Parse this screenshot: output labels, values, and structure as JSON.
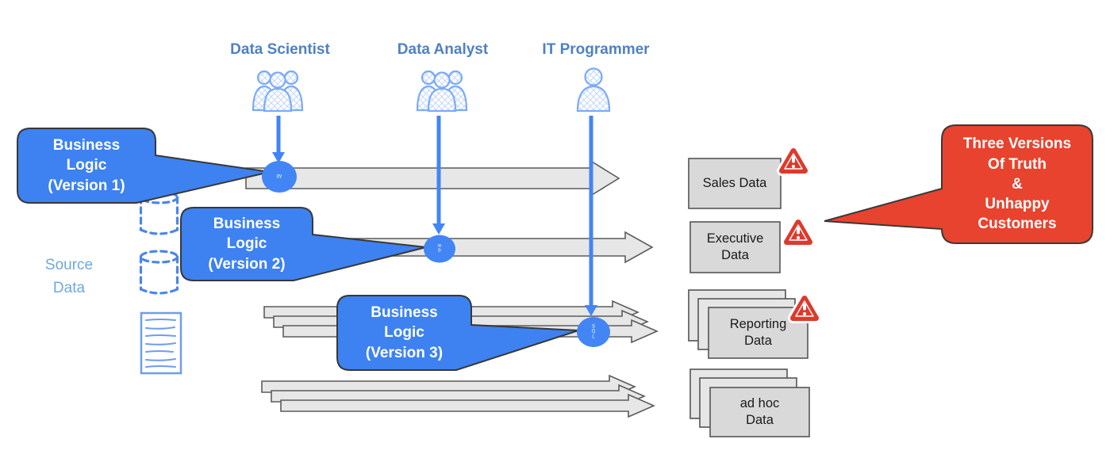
{
  "personas": [
    {
      "label": "Data Scientist"
    },
    {
      "label": "Data Analyst"
    },
    {
      "label": "IT Programmer"
    }
  ],
  "bubbles": {
    "v1": "Business\nLogic\n(Version 1)",
    "v2": "Business\nLogic\n(Version 2)",
    "v3": "Business\nLogic\n(Version 3)",
    "warning": "Three Versions\nOf Truth\n&\nUnhappy\nCustomers"
  },
  "tools": [
    {
      "label": "py"
    },
    {
      "label": "w\nb"
    },
    {
      "label": "S\nQ\nL"
    }
  ],
  "source": {
    "label": "Source\nData"
  },
  "outputs": [
    {
      "label": "Sales Data"
    },
    {
      "label": "Executive\nData"
    },
    {
      "label": "Reporting\nData"
    },
    {
      "label": "ad hoc\nData"
    }
  ],
  "colors": {
    "bubble_blue": "#3d82f0",
    "line_blue": "#4285f4",
    "icon_blue": "#7baaf7",
    "persona_label_blue": "#4e82c2",
    "source_label_blue": "#6fa8dc",
    "alert_red": "#dd3a2c",
    "bubble_red": "#e8432e",
    "arrow_gray_fill": "#e7e7e7",
    "box_gray_fill": "#d9d9d9"
  }
}
